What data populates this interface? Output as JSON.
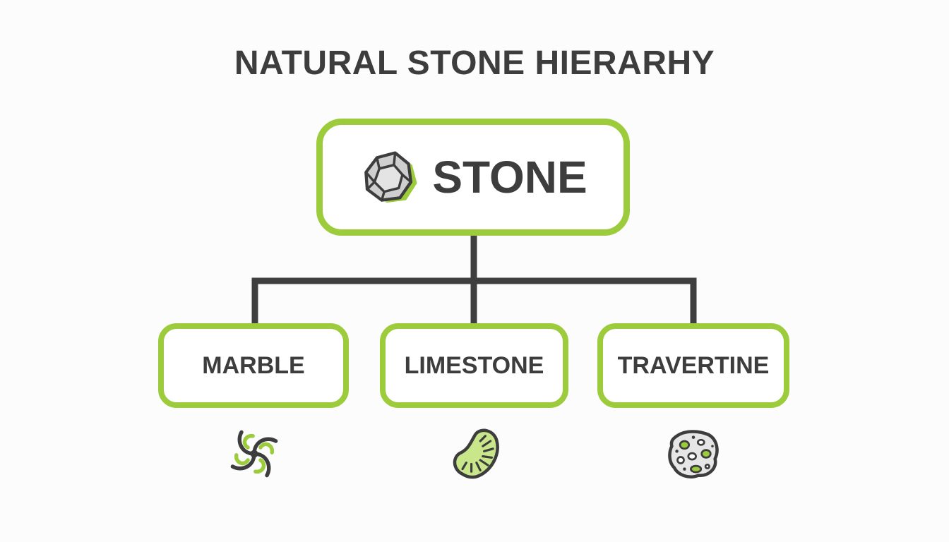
{
  "title": "NATURAL STONE HIERARHY",
  "root": {
    "label": "STONE",
    "icon": "rock-icon"
  },
  "children": [
    {
      "label": "MARBLE",
      "icon": "swirl-icon"
    },
    {
      "label": "LIMESTONE",
      "icon": "shell-fossil-icon"
    },
    {
      "label": "TRAVERTINE",
      "icon": "porous-stone-icon"
    }
  ],
  "colors": {
    "accent": "#9ccb3b",
    "text": "#3d3d3d",
    "connector": "#3f3f3f",
    "background": "#fbfcfb"
  }
}
